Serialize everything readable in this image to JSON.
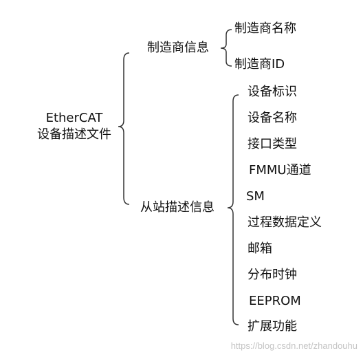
{
  "root": {
    "line1": "EtherCAT",
    "line2": "设备描述文件"
  },
  "branches": [
    {
      "label": "制造商信息",
      "children": [
        "制造商名称",
        "制造商ID"
      ]
    },
    {
      "label": "从站描述信息",
      "children": [
        "设备标识",
        "设备名称",
        "接口类型",
        "FMMU通道",
        "SM",
        "过程数据定义",
        "邮箱",
        "分布时钟",
        "EEPROM",
        "扩展功能"
      ]
    }
  ],
  "watermark": "https://blog.csdn.net/zhandouhu",
  "colors": {
    "text": "#111111",
    "bracket": "#333333",
    "watermark": "#c4c4c4"
  }
}
